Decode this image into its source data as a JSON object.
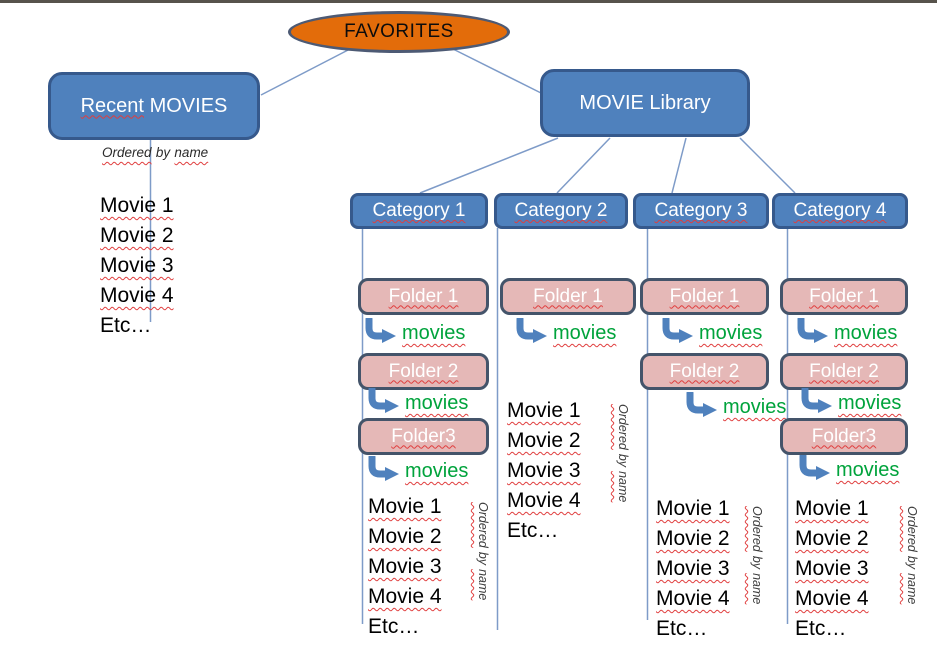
{
  "root": {
    "label": "FAVORITES"
  },
  "recent": {
    "word1": "Recent",
    "word2": "MOVIES",
    "movies": [
      "Movie 1",
      "Movie 2",
      "Movie 3",
      "Movie 4",
      "Etc…"
    ]
  },
  "library": {
    "label": "MOVIE Library"
  },
  "ordered_label": {
    "w1": "Ordered",
    "w2": "by",
    "w3": "name"
  },
  "movies_link": "movies",
  "categories": [
    {
      "label": "Category 1",
      "folders": [
        "Folder 1",
        "Folder 2",
        "Folder3"
      ],
      "movies": [
        "Movie 1",
        "Movie 2",
        "Movie 3",
        "Movie 4",
        "Etc…"
      ]
    },
    {
      "label": "Category 2",
      "folders": [
        "Folder 1"
      ],
      "movies": [
        "Movie 1",
        "Movie 2",
        "Movie 3",
        "Movie 4",
        "Etc…"
      ]
    },
    {
      "label": "Category 3",
      "folders": [
        "Folder 1",
        "Folder 2"
      ],
      "movies": [
        "Movie 1",
        "Movie 2",
        "Movie 3",
        "Movie 4",
        "Etc…"
      ]
    },
    {
      "label": "Category 4",
      "folders": [
        "Folder 1",
        "Folder 2",
        "Folder3"
      ],
      "movies": [
        "Movie 1",
        "Movie 2",
        "Movie 3",
        "Movie 4",
        "Etc…"
      ]
    }
  ],
  "colors": {
    "node_blue": "#4F81BD",
    "node_blue_border": "#36598C",
    "ellipse_orange": "#E36C0A",
    "folder_pink": "#E5B8B7",
    "folder_border": "#44546A",
    "movies_green": "#00A33C",
    "connector_blue": "#7E9BC8",
    "squiggle_red": "#E03E3E"
  }
}
